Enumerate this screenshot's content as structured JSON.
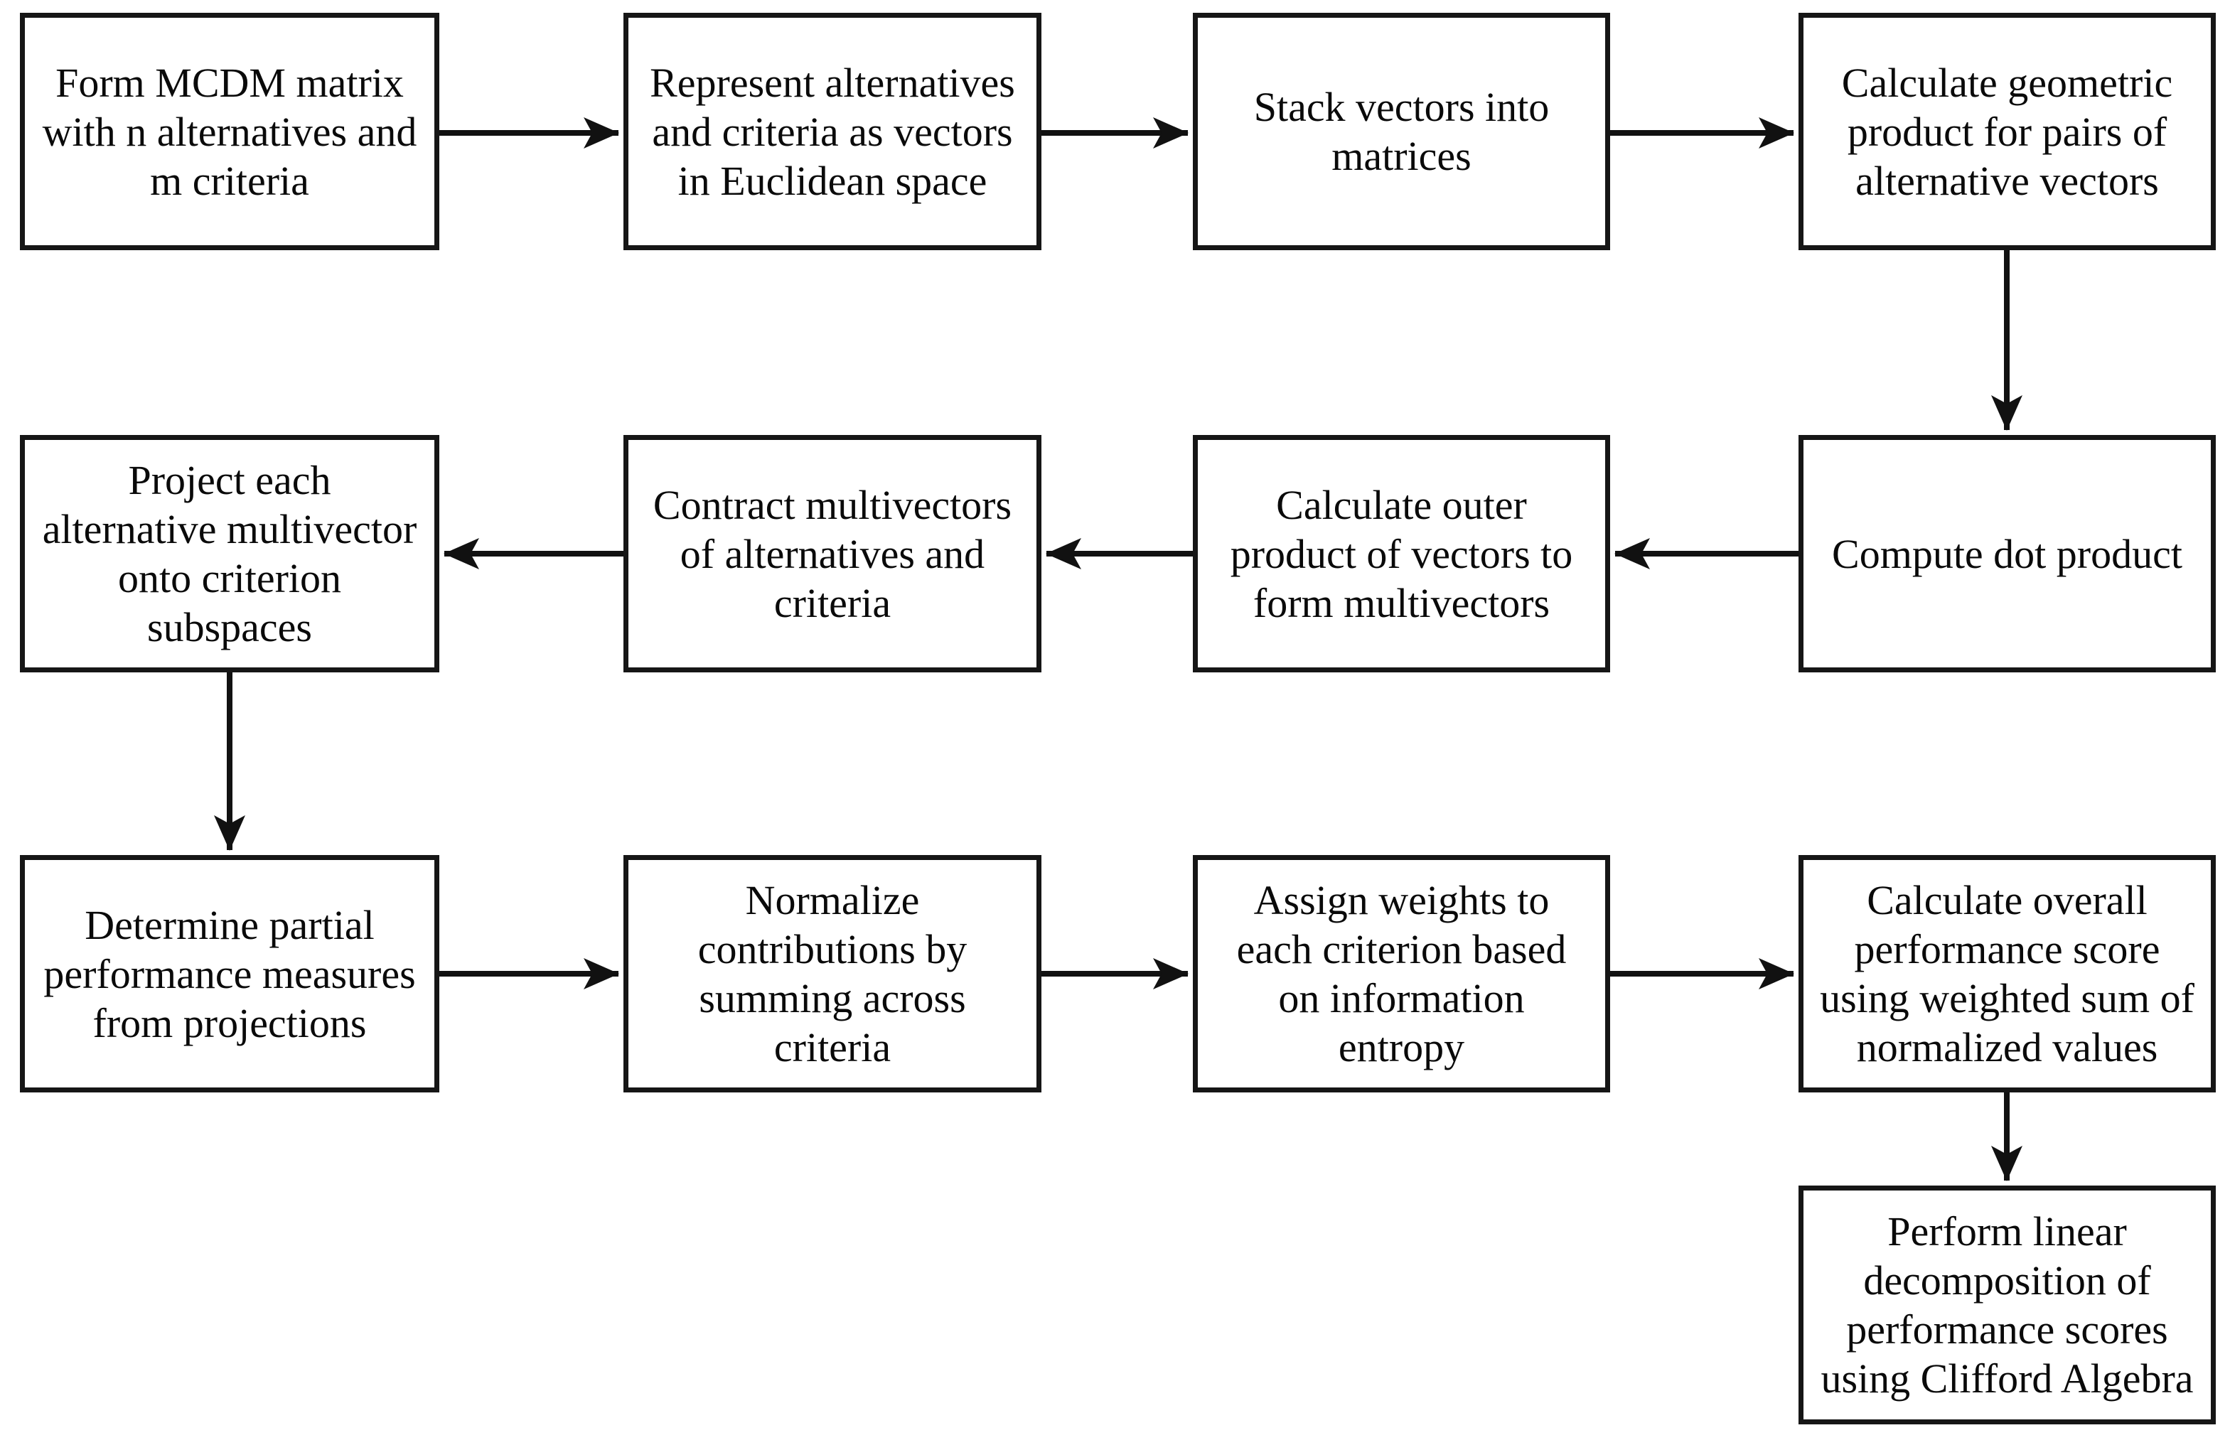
{
  "figure_type": "flowchart",
  "colors": {
    "background": "#ffffff",
    "box_fill": "#ffffff",
    "box_border": "#161616",
    "arrow": "#111111",
    "text": "#0a0a0a"
  },
  "flowchart": {
    "steps": [
      {
        "id": "s1",
        "label": "Form MCDM matrix\nwith n alternatives and\nm criteria"
      },
      {
        "id": "s2",
        "label": "Represent alternatives\nand criteria as vectors\nin Euclidean space"
      },
      {
        "id": "s3",
        "label": "Stack vectors into\nmatrices"
      },
      {
        "id": "s4",
        "label": "Calculate geometric\nproduct for pairs of\nalternative vectors"
      },
      {
        "id": "s5",
        "label": "Compute dot product"
      },
      {
        "id": "s6",
        "label": "Calculate outer\nproduct of vectors to\nform multivectors"
      },
      {
        "id": "s7",
        "label": "Contract multivectors\nof alternatives and\ncriteria"
      },
      {
        "id": "s8",
        "label": "Project each\nalternative multivector\nonto criterion\nsubspaces"
      },
      {
        "id": "s9",
        "label": "Determine partial\nperformance measures\nfrom projections"
      },
      {
        "id": "s10",
        "label": "Normalize\ncontributions by\nsumming across\ncriteria"
      },
      {
        "id": "s11",
        "label": "Assign weights to\neach criterion based\non information\nentropy"
      },
      {
        "id": "s12",
        "label": "Calculate overall\nperformance score\nusing weighted sum of\nnormalized values"
      },
      {
        "id": "s13",
        "label": "Perform linear\ndecomposition of\nperformance scores\nusing Clifford Algebra"
      }
    ],
    "connections": [
      {
        "from": "s1",
        "to": "s2"
      },
      {
        "from": "s2",
        "to": "s3"
      },
      {
        "from": "s3",
        "to": "s4"
      },
      {
        "from": "s4",
        "to": "s5"
      },
      {
        "from": "s5",
        "to": "s6"
      },
      {
        "from": "s6",
        "to": "s7"
      },
      {
        "from": "s7",
        "to": "s8"
      },
      {
        "from": "s8",
        "to": "s9"
      },
      {
        "from": "s9",
        "to": "s10"
      },
      {
        "from": "s10",
        "to": "s11"
      },
      {
        "from": "s11",
        "to": "s12"
      },
      {
        "from": "s12",
        "to": "s13"
      }
    ]
  }
}
